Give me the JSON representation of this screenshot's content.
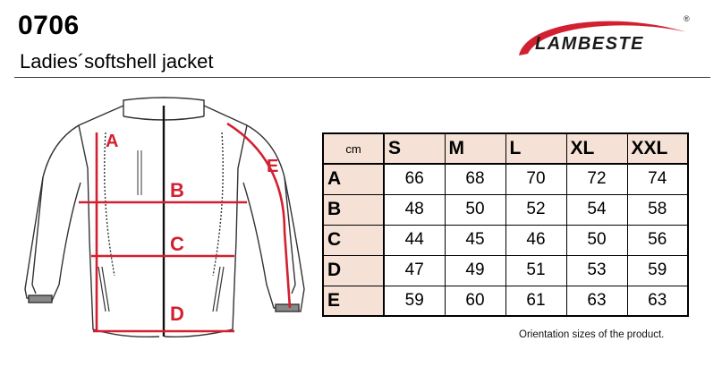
{
  "header": {
    "code": "0706",
    "name": "Ladies´softshell jacket",
    "brand": "LAMBESTE",
    "registered": "®"
  },
  "diagram": {
    "labels": [
      "A",
      "B",
      "C",
      "D",
      "E"
    ],
    "accent_color": "#d32030"
  },
  "table": {
    "unit": "cm",
    "sizes": [
      "S",
      "M",
      "L",
      "XL",
      "XXL"
    ],
    "rows": [
      {
        "label": "A",
        "values": [
          "66",
          "68",
          "70",
          "72",
          "74"
        ]
      },
      {
        "label": "B",
        "values": [
          "48",
          "50",
          "52",
          "54",
          "58"
        ]
      },
      {
        "label": "C",
        "values": [
          "44",
          "45",
          "46",
          "50",
          "56"
        ]
      },
      {
        "label": "D",
        "values": [
          "47",
          "49",
          "51",
          "53",
          "59"
        ]
      },
      {
        "label": "E",
        "values": [
          "59",
          "60",
          "61",
          "63",
          "63"
        ]
      }
    ]
  },
  "footnote": "Orientation sizes of the product."
}
